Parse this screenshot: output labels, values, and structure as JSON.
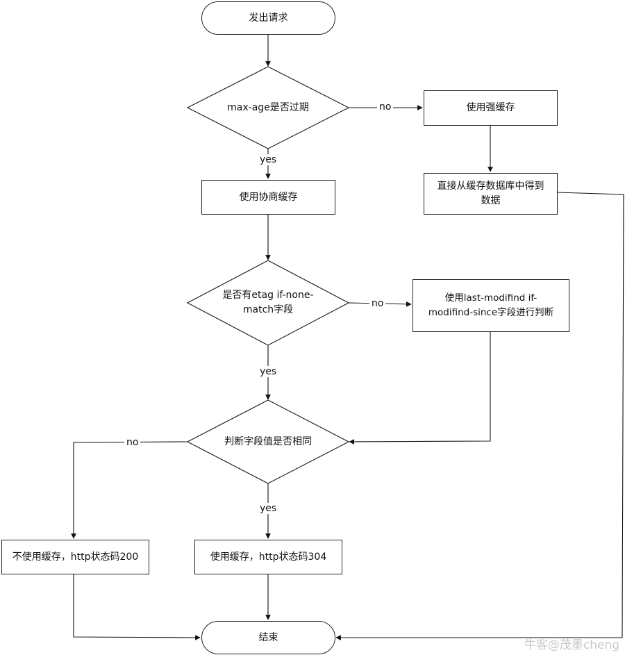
{
  "nodes": {
    "start": "发出请求",
    "max_age_check": "max-age是否过期",
    "strong_cache": "使用强缓存",
    "from_cache_db_line1": "直接从缓存数据库中得到",
    "from_cache_db_line2": "数据",
    "negotiate_cache": "使用协商缓存",
    "etag_check_line1": "是否有etag if-none-",
    "etag_check_line2": "match字段",
    "last_modified_line1": "使用last-modifind if-",
    "last_modified_line2": "modifind-since字段进行判断",
    "field_compare": "判断字段值是否相同",
    "no_cache_200": "不使用缓存，http状态码200",
    "use_cache_304": "使用缓存，http状态码304",
    "end": "结束"
  },
  "edges": {
    "max_age_no": "no",
    "max_age_yes": "yes",
    "etag_no": "no",
    "etag_yes": "yes",
    "compare_no": "no",
    "compare_yes": "yes"
  },
  "watermark": "牛客@茂墨cheng"
}
